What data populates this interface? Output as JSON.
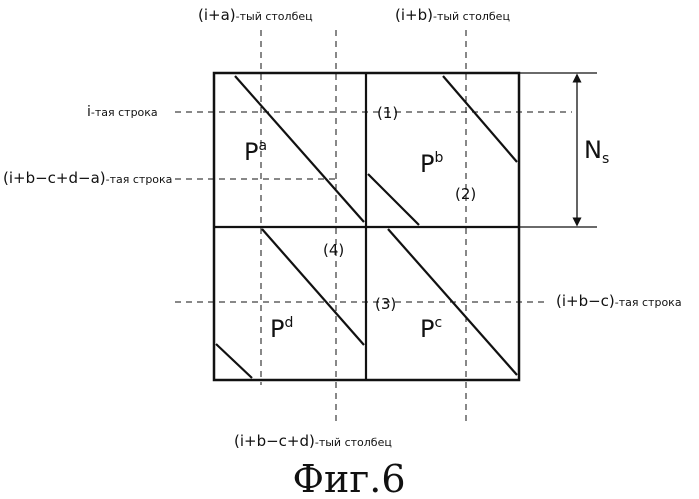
{
  "labels": {
    "col_i_a": "(i+a)",
    "col_i_a_suffix": "-тый столбец",
    "col_i_b": "(i+b)",
    "col_i_b_suffix": "-тый столбец",
    "row_i": "i",
    "row_i_suffix": "-тая строка",
    "row_ibcda": "(i+b−c+d−a)",
    "row_ibcda_suffix": "-тая строка",
    "row_ibc": "(i+b−c)",
    "row_ibc_suffix": "-тая строка",
    "col_ibcd": "(i+b−c+d)",
    "col_ibcd_suffix": "-тый столбец",
    "p_a": "P",
    "p_a_sup": "a",
    "p_b": "P",
    "p_b_sup": "b",
    "p_c": "P",
    "p_c_sup": "c",
    "p_d": "P",
    "p_d_sup": "d",
    "mark_1": "(1)",
    "mark_2": "(2)",
    "mark_3": "(3)",
    "mark_4": "(4)",
    "ns": "N",
    "ns_sub": "s"
  },
  "caption": "Фиг.6"
}
